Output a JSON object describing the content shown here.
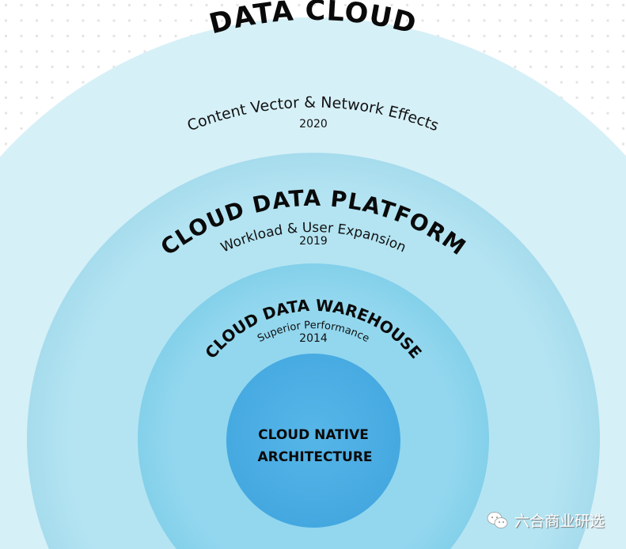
{
  "layers": [
    {
      "title": "DATA CLOUD",
      "subtitle": "Content Vector & Network Effects",
      "year": "2020"
    },
    {
      "title": "CLOUD DATA PLATFORM",
      "subtitle": "Workload & User Expansion",
      "year": "2019"
    },
    {
      "title": "CLOUD DATA WAREHOUSE",
      "subtitle": "Superior Performance",
      "year": "2014"
    }
  ],
  "core": {
    "line1": "CLOUD NATIVE",
    "line2": "ARCHITECTURE"
  },
  "watermark": {
    "icon": "wechat-icon",
    "text": "六合商业研选"
  },
  "colors": {
    "ring1": "#d6f0f7",
    "ring2": "#b2e3f1",
    "ring3": "#8ed5ec",
    "core": "#4fb0e5"
  }
}
